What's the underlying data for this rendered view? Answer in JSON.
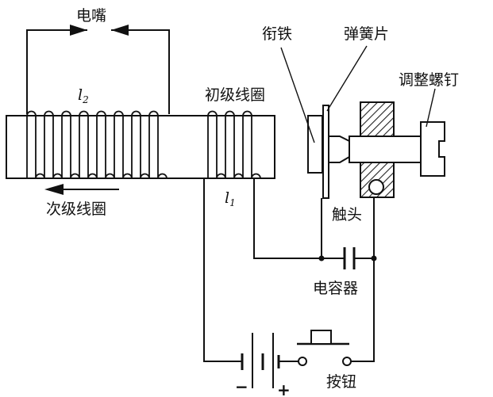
{
  "labels": {
    "electrode": "电嘴",
    "secondary_coil": "次级线圈",
    "primary_coil": "初级线圈",
    "armature": "衔铁",
    "spring_leaf": "弹簧片",
    "adjust_screw": "调整螺钉",
    "contact": "触头",
    "capacitor": "电容器",
    "button": "按钮",
    "minus": "−",
    "plus": "+",
    "l2_letter": "l",
    "l2_sub": "2",
    "l1_letter": "l",
    "l1_sub": "1"
  },
  "colors": {
    "line": "#111111",
    "hatch": "#222222",
    "background": "#ffffff"
  }
}
